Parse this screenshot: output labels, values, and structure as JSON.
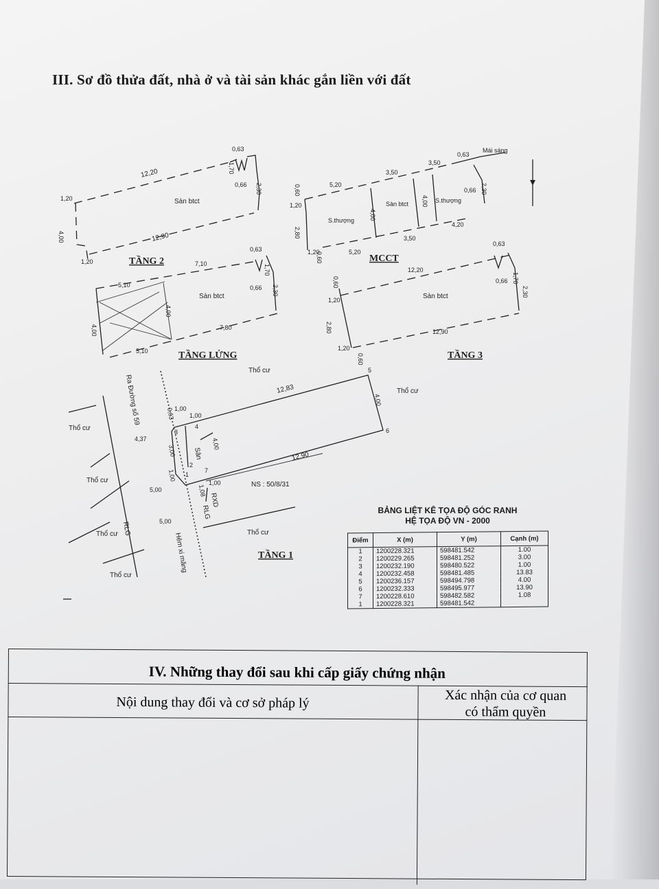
{
  "section3": {
    "title": "III. Sơ đồ thửa đất, nhà ở và tài sản khác gắn liền với đất"
  },
  "drawing": {
    "floor_labels": {
      "tang2": "TẦNG 2",
      "tang_lung": "TẦNG LỬNG",
      "tang3": "TẦNG 3",
      "mcct": "MCCT",
      "tang1": "TẦNG 1"
    },
    "texts": {
      "san_btct": "Sàn btct",
      "s_thuong": "S.thượng",
      "mai_sang": "Mái sáng",
      "tho_cu": "Thổ cư",
      "san": "Sân",
      "ra_duong": "Ra Đường số 59",
      "hem": "Hẻm xi măng",
      "rlg": "RLG",
      "rxd": "RXD",
      "ns": "NS : 50/8/31"
    },
    "dims": {
      "d063": "0,63",
      "d170": "1,70",
      "d066": "0,66",
      "d230": "2,30",
      "d1220": "12,20",
      "d120": "1,20",
      "d400": "4,00",
      "d1290": "12,90",
      "d710": "7,10",
      "d510": "5,10",
      "d780": "7,80",
      "d060": "0,60",
      "d520": "5,20",
      "d350": "3,50",
      "d420": "4,20",
      "d280": "2,80",
      "d1283": "12,83",
      "d100": "1,00",
      "d437": "4,37",
      "d300": "3,00",
      "d500": "5,00",
      "d108": "1,08"
    },
    "points": [
      "1",
      "2",
      "3",
      "4",
      "5",
      "6",
      "7"
    ]
  },
  "coord_table": {
    "title_line1": "BẢNG LIỆT KÊ TỌA ĐỘ GÓC RANH",
    "title_line2": "HỆ TỌA ĐỘ VN - 2000",
    "headers": [
      "Điểm",
      "X (m)",
      "Y (m)",
      "Cạnh (m)"
    ],
    "rows": [
      [
        "1",
        "1200228.321",
        "598481.542",
        "1.00"
      ],
      [
        "2",
        "1200229.265",
        "598481.252",
        "3.00"
      ],
      [
        "3",
        "1200232.190",
        "598480.522",
        "1.00"
      ],
      [
        "4",
        "1200232.458",
        "598481.485",
        "13.83"
      ],
      [
        "5",
        "1200236.157",
        "598494.798",
        "4.00"
      ],
      [
        "6",
        "1200232.333",
        "598495.977",
        "13.90"
      ],
      [
        "7",
        "1200228.610",
        "598482.582",
        "1.08"
      ],
      [
        "1",
        "1200228.321",
        "598481.542",
        ""
      ]
    ]
  },
  "section4": {
    "title": "IV. Những thay đổi sau khi cấp giấy chứng nhận",
    "col1": "Nội dung thay đổi và cơ sở pháp lý",
    "col2_line1": "Xác nhận của cơ quan",
    "col2_line2": "có thẩm quyền"
  }
}
